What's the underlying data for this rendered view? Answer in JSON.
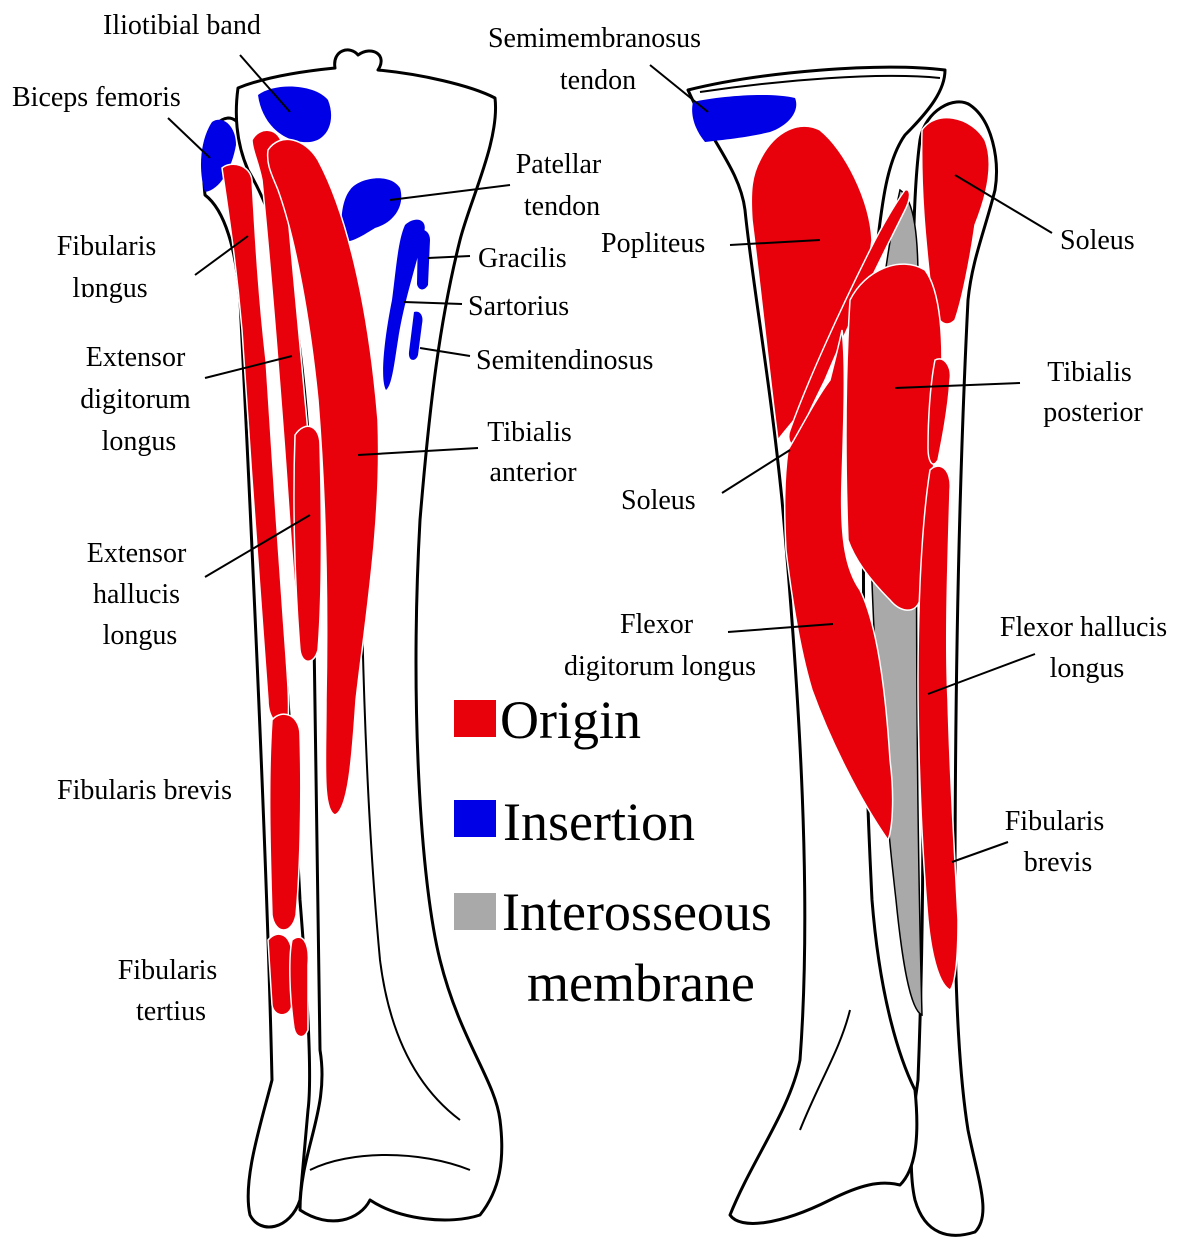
{
  "colors": {
    "origin": "#e8000b",
    "insertion": "#0000e6",
    "interosseous": "#a9a9a9"
  },
  "labels": {
    "iliotibial_band": "Iliotibial band",
    "biceps_femoris": "Biceps femoris",
    "patellar_tendon": [
      "Patellar",
      "tendon"
    ],
    "fibularis_longus": [
      "Fibularis",
      "lɒngus"
    ],
    "gracilis": "Gracilis",
    "sartorius": "Sartorius",
    "semitendinosus": "Semitendinosus",
    "extensor_digitorum_longus": [
      "Extensor",
      "digitorum",
      "longus"
    ],
    "tibialis_anterior": [
      "Tibialis",
      "anterior"
    ],
    "extensor_hallucis_longus": [
      "Extensor",
      "hallucis",
      "longus"
    ],
    "fibularis_brevis_front": "Fibularis brevis",
    "fibularis_tertius": [
      "Fibularis",
      "tertius"
    ],
    "semimembranosus_tendon": [
      "Semimembranosus",
      "tendon"
    ],
    "popliteus": "Popliteus",
    "soleus_right": "Soleus",
    "tibialis_posterior": [
      "Tibialis",
      "posterior"
    ],
    "soleus_left": "Soleus",
    "flexor_digitorum_longus": [
      "Flexor",
      "digitorum longus"
    ],
    "flexor_hallucis_longus": [
      "Flexor hallucis",
      "longus"
    ],
    "fibularis_brevis_back": [
      "Fibularis",
      "brevis"
    ]
  },
  "legend": {
    "origin": "Origin",
    "insertion": "Insertion",
    "interosseous": [
      "Interosseous",
      "membrane"
    ]
  }
}
